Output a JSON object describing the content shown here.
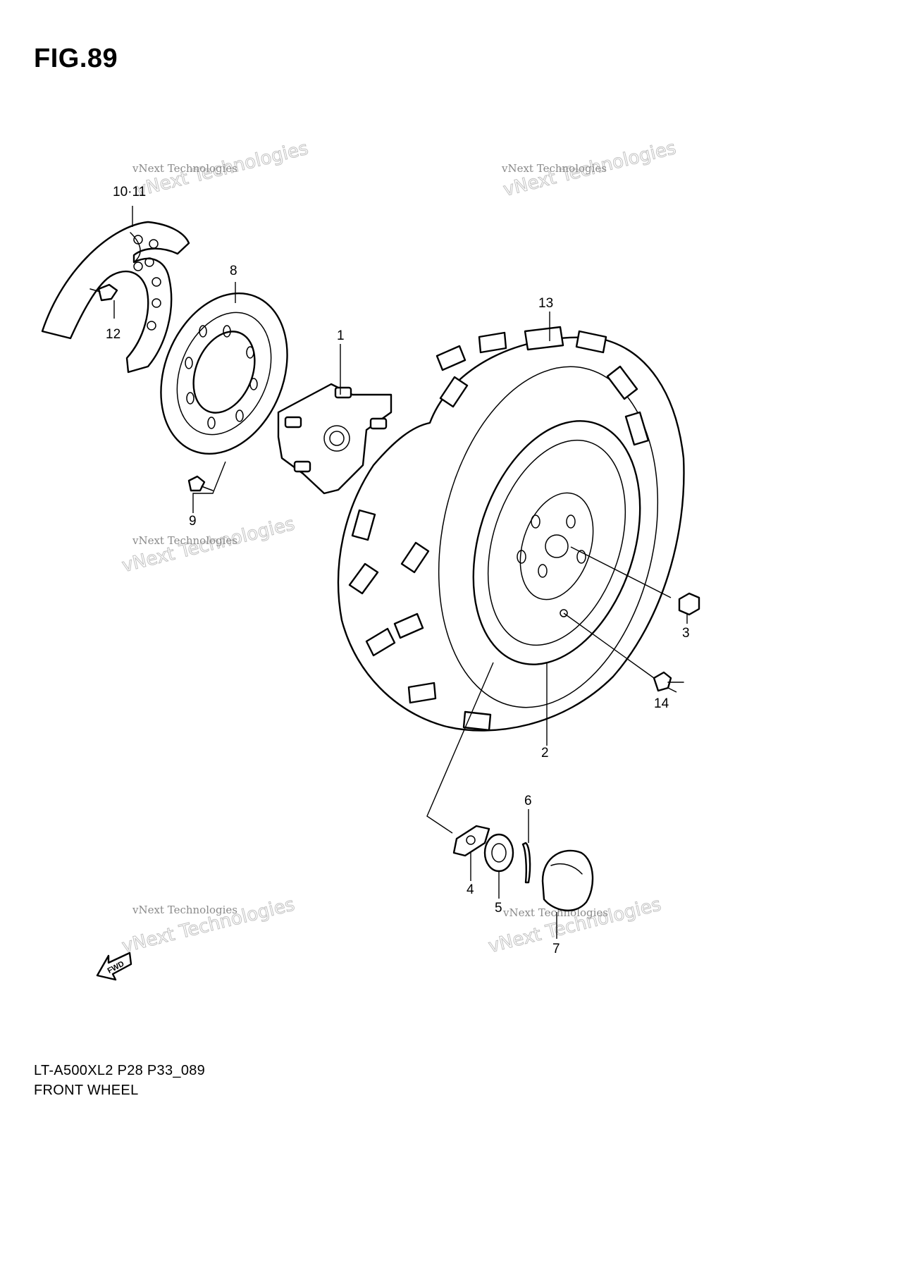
{
  "figure": {
    "title": "FIG.89",
    "code": "LT-A500XL2 P28 P33_089",
    "name": "FRONT WHEEL"
  },
  "callouts": {
    "c1": "1",
    "c2": "2",
    "c3": "3",
    "c4": "4",
    "c5": "5",
    "c6": "6",
    "c7": "7",
    "c8": "8",
    "c9": "9",
    "c10_11": "10·11",
    "c12": "12",
    "c13": "13",
    "c14": "14"
  },
  "watermark": {
    "line_small": "vNext Technologies",
    "line_big": "vNext Technologies"
  },
  "direction_arrow": {
    "label": "FWD",
    "icon": "fwd-arrow-icon"
  }
}
